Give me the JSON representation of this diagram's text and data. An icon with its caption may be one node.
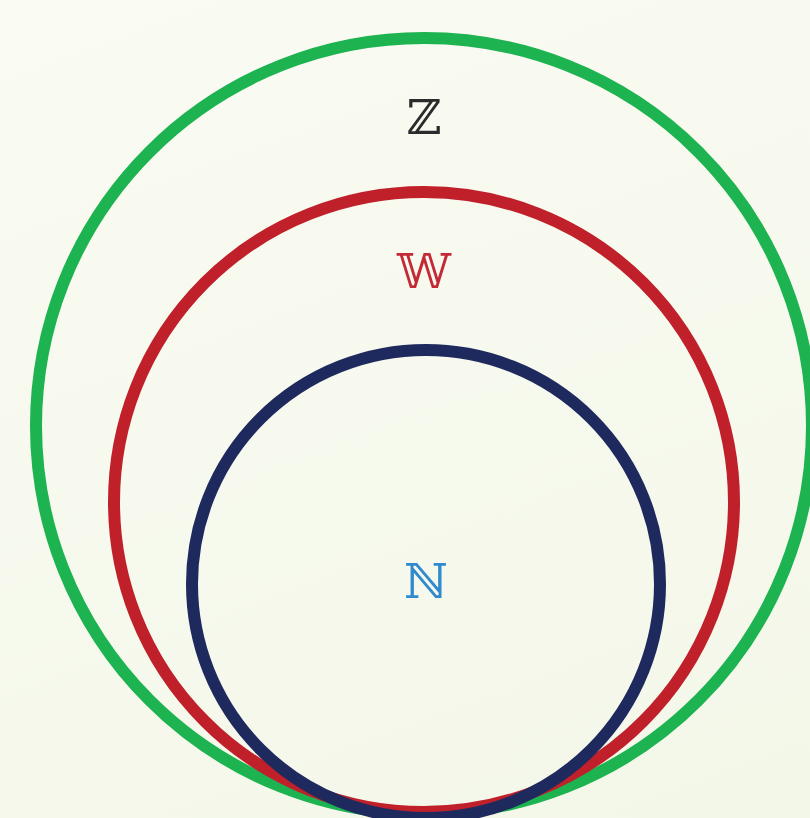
{
  "diagram": {
    "nodes": [
      {
        "text": [
          "ℤ"
        ]
      },
      {
        "text": [
          "𝕎"
        ],
        "in": 0
      },
      {
        "text": [
          "ℕ"
        ],
        "in": 1
      }
    ]
  }
}
